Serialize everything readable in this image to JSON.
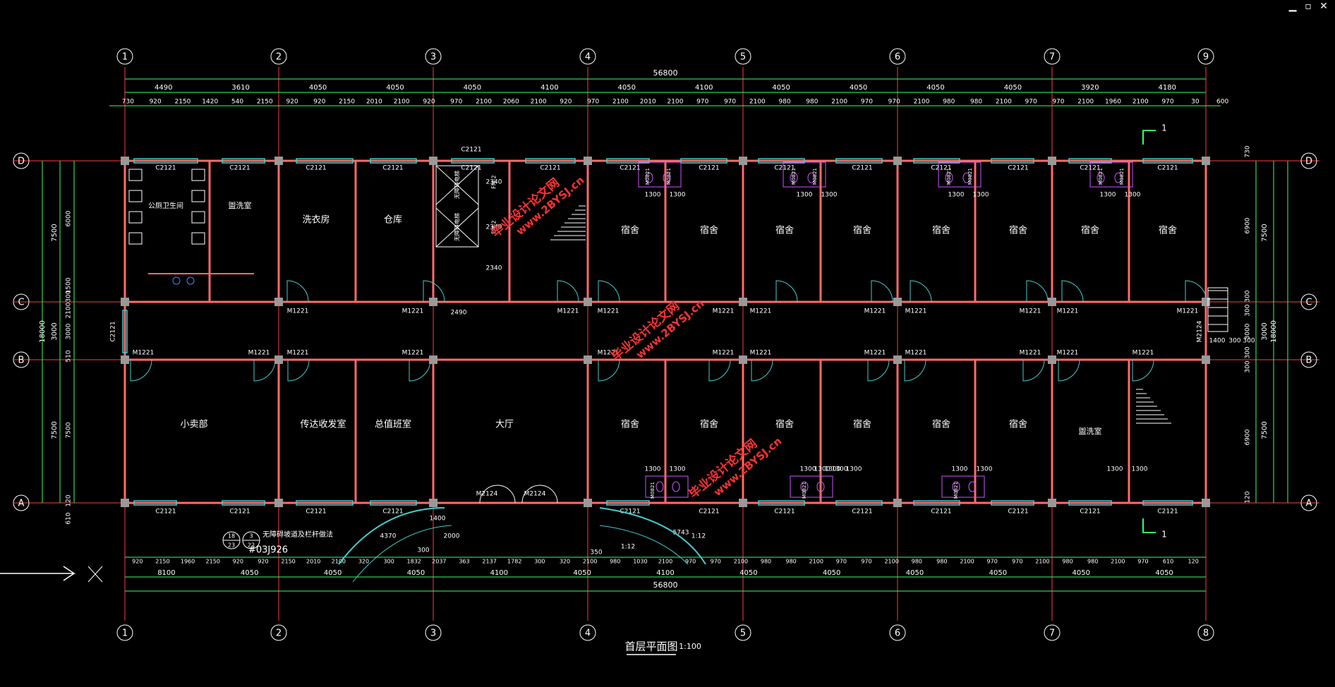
{
  "window": {
    "minimize": "▁",
    "restore": "▫",
    "close": "✕"
  },
  "grid": {
    "top_axes": [
      "1",
      "2",
      "3",
      "4",
      "5",
      "6",
      "7",
      "9"
    ],
    "bottom_axes": [
      "1",
      "2",
      "3",
      "4",
      "5",
      "6",
      "7",
      "8"
    ],
    "side_axes": [
      "D",
      "C",
      "B",
      "A"
    ]
  },
  "dims": {
    "overall_top": "56800",
    "overall_bottom": "56800",
    "bays_top": [
      "4490",
      "3610",
      "4050",
      "4050",
      "4050",
      "4100",
      "4050",
      "4100",
      "4050",
      "4050",
      "4050",
      "4050",
      "3920",
      "4180"
    ],
    "details_top": [
      "730",
      "920",
      "2150",
      "1420",
      "540",
      "2150",
      "920",
      "920",
      "2150",
      "2010",
      "2100",
      "920",
      "970",
      "2100",
      "2060",
      "2100",
      "920",
      "970",
      "2100",
      "2010",
      "2100",
      "970",
      "970",
      "2100",
      "980",
      "980",
      "2100",
      "970",
      "970",
      "2100",
      "980",
      "980",
      "2100",
      "970",
      "970",
      "2100",
      "1960",
      "2100",
      "970",
      "30",
      "600"
    ],
    "bays_bottom": [
      "8100",
      "4050",
      "4050",
      "4050",
      "4100",
      "4050",
      "4100",
      "4050",
      "4050",
      "4050",
      "4050",
      "4050",
      "4050"
    ],
    "details_bottom": [
      "920",
      "2150",
      "1960",
      "2150",
      "920",
      "920",
      "2150",
      "2010",
      "2100",
      "320",
      "300",
      "1832",
      "2037",
      "363",
      "2137",
      "1782",
      "300",
      "320",
      "2100",
      "980",
      "1030",
      "2100",
      "970",
      "970",
      "2100",
      "980",
      "980",
      "2100",
      "970",
      "970",
      "2100",
      "980",
      "980",
      "2100",
      "970",
      "970",
      "2100",
      "980",
      "980",
      "2100",
      "970",
      "610",
      "120"
    ],
    "left_total": "18000",
    "left_bays": [
      "7500",
      "3000",
      "7500"
    ],
    "left_details": [
      "6000",
      "1500",
      "300",
      "2100",
      "3000",
      "510",
      "7500",
      "120",
      "610"
    ],
    "right_total": "18000",
    "right_bays": [
      "7500",
      "3000",
      "7500"
    ],
    "right_details": [
      "730",
      "6900",
      "300",
      "300",
      "3000",
      "300",
      "300",
      "6900",
      "120"
    ],
    "misc": [
      "1300",
      "1300",
      "1300",
      "1300",
      "1300",
      "1300",
      "1300",
      "1300",
      "1300",
      "1300",
      "1300",
      "1300",
      "1300",
      "1300",
      "1300",
      "1300",
      "2340",
      "2340",
      "2340",
      "2490",
      "1400",
      "300",
      "300",
      "1:12",
      "5743",
      "4370",
      "1400",
      "2000",
      "350",
      "300",
      "1:12",
      "1300",
      "1300",
      "1300"
    ]
  },
  "rooms": {
    "public_toilet": "公厕卫生间",
    "duty_room": "盥洗室",
    "laundry": "洗衣房",
    "storage": "仓库",
    "dorm": "宿舍",
    "shop": "小卖部",
    "reception": "传达收发室",
    "office": "总值班室",
    "hall": "大厅",
    "washroom": "盥洗室",
    "elevator": "无障碍电梯"
  },
  "tags": {
    "window": "C2121",
    "door": "M1221",
    "entrance_door": "M2124",
    "side_door": "M2124",
    "side_window": "C2121",
    "fire": "FM-2",
    "toilet_door": "M0821"
  },
  "section": {
    "label": "1"
  },
  "note": {
    "text": "无障碍坡道及栏杆做法",
    "ref": "#03J926",
    "circle1_top": "18",
    "circle1_bottom": "23",
    "circle2_top": "3",
    "circle2_bottom": "22"
  },
  "title": {
    "main": "首层平面图",
    "scale": "1:100"
  },
  "watermark": {
    "cn": "毕业设计论文网",
    "url": "www.2BYSJ.cn"
  },
  "colors": {
    "wall": "#ff6a6a",
    "axis": "#ff3b3b",
    "dim": "#33ff66",
    "text": "#ffffff",
    "window": "#44cccc",
    "fixture": "#cc55ff",
    "watermark": "#ff3333"
  }
}
